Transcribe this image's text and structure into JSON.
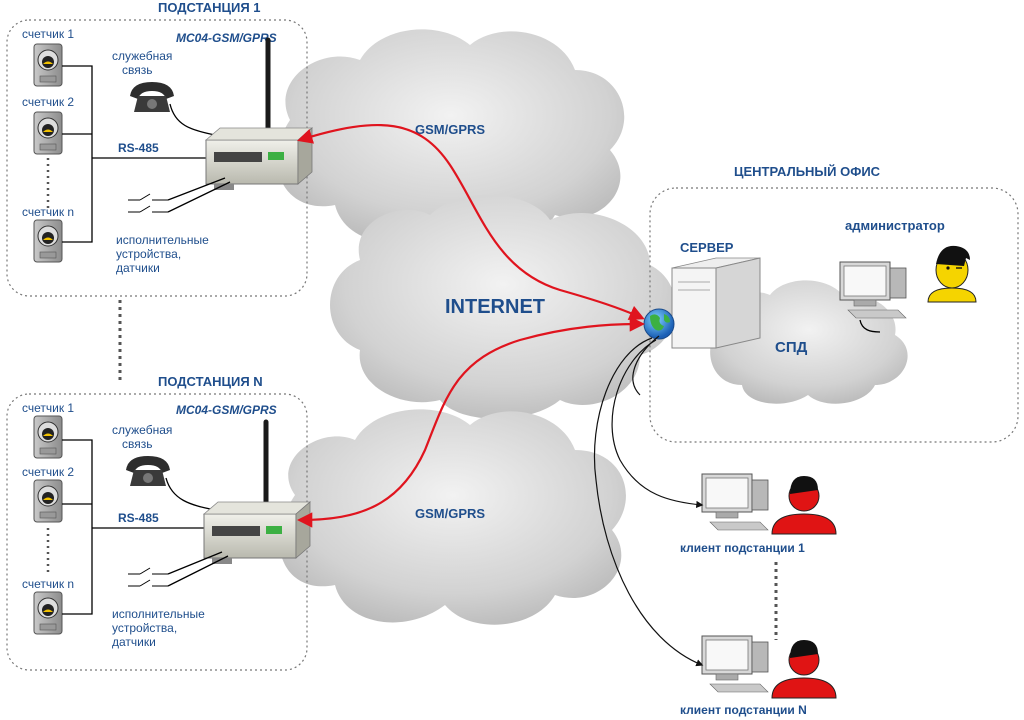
{
  "substation1": {
    "title": "ПОДСТАНЦИЯ 1",
    "model": "МС04-GSM/GPRS",
    "service_line": [
      "служебная",
      "связь"
    ],
    "bus": "RS-485",
    "meters": [
      "счетчик 1",
      "счетчик 2",
      "счетчик n"
    ],
    "actuators": [
      "исполнительные",
      "устройства,",
      "датчики"
    ]
  },
  "substationN": {
    "title": "ПОДСТАНЦИЯ N",
    "model": "МС04-GSM/GPRS",
    "service_line": [
      "служебная",
      "связь"
    ],
    "bus": "RS-485",
    "meters": [
      "счетчик 1",
      "счетчик 2",
      "счетчик n"
    ],
    "actuators": [
      "исполнительные",
      "устройства,",
      "датчики"
    ]
  },
  "clouds": {
    "gsm_top": "GSM/GPRS",
    "internet": "INTERNET",
    "gsm_bottom": "GSM/GPRS",
    "lan": "СПД"
  },
  "office": {
    "title": "ЦЕНТРАЛЬНЫЙ ОФИС",
    "server": "СЕРВЕР",
    "admin": "администратор"
  },
  "clients": {
    "client1": "клиент подстанции 1",
    "clientN": "клиент подстанции N"
  },
  "colors": {
    "text": "#1f4e8c",
    "arrow": "#e0141e",
    "person_client": "#e01414",
    "person_admin": "#f5d400",
    "cloud_fill": "#d4d4d4"
  }
}
